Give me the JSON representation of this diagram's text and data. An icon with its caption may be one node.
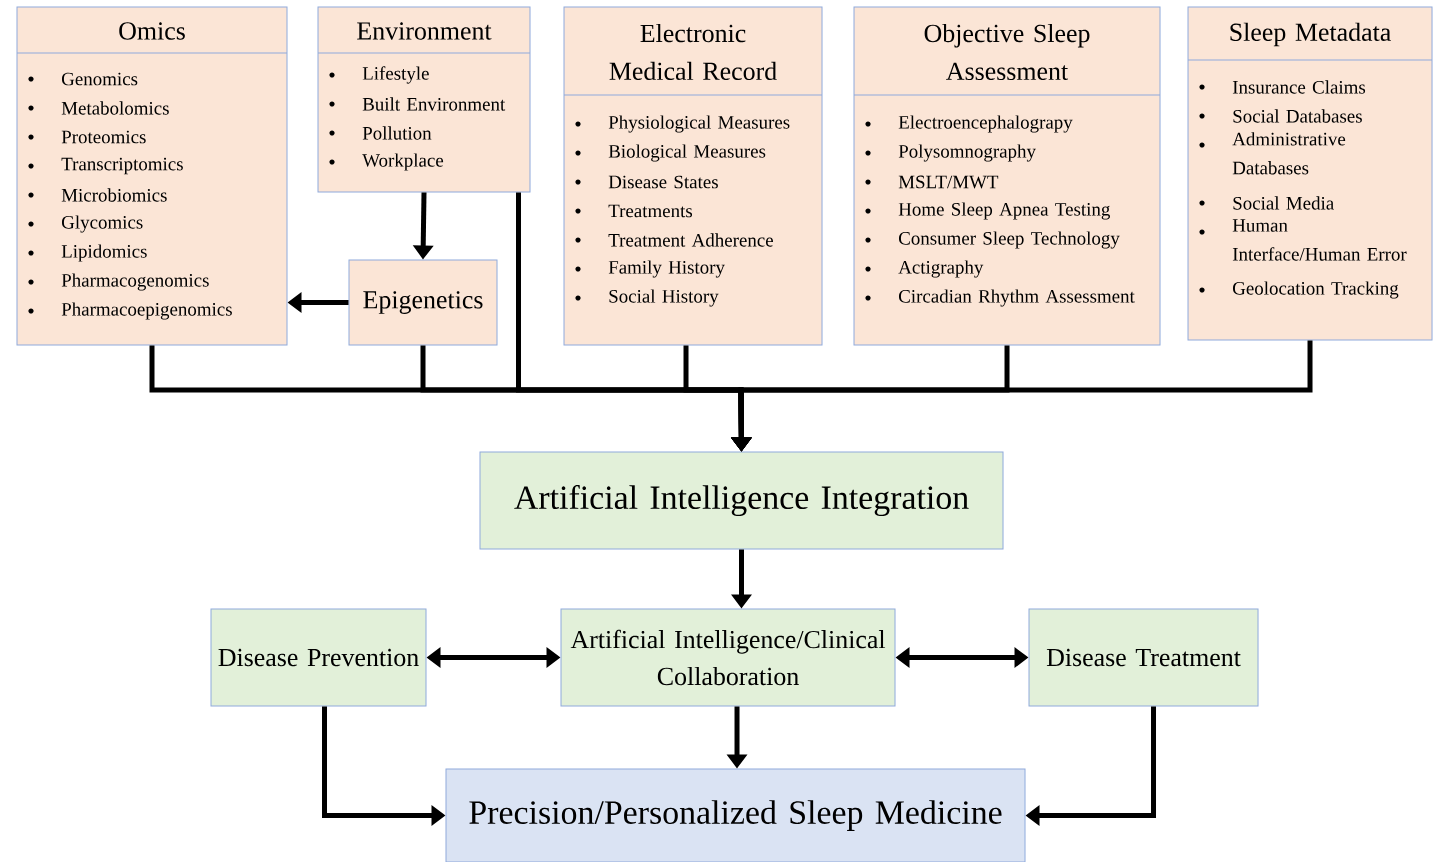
{
  "diagram": {
    "nodes": [
      {
        "text": [
          "Omics",
          "Genomics",
          "Metabolomics",
          "Proteomics",
          "Transcriptomics",
          "Microbiomics",
          "Glycomics",
          "Lipidomics",
          "Pharmacogenomics",
          "Pharmacoepigenomics"
        ]
      },
      {
        "text": [
          "Environment",
          "Lifestyle",
          "Built Environment",
          "Pollution",
          "Workplace"
        ]
      },
      {
        "text": [
          "Electronic Medical Record",
          "Physiological Measures",
          "Biological Measures",
          "Disease States",
          "Treatments",
          "Treatment Adherence",
          "Family History",
          "Social History"
        ]
      },
      {
        "text": [
          "Objective Sleep Assessment",
          "Electroencephalograpy",
          "Polysomnography",
          "MSLT/MWT",
          "Home Sleep Apnea Testing",
          "Consumer Sleep Technology",
          "Actigraphy",
          "Circadian Rhythm Assessment"
        ]
      },
      {
        "text": [
          "Sleep Metadata",
          "Insurance Claims",
          "Social Databases",
          "Administrative Databases",
          "Social Media",
          "Human Interface/Human Error",
          "Geolocation Tracking"
        ]
      },
      {
        "text": [
          "Epigenetics"
        ]
      },
      {
        "text": [
          "Artificial Intelligence Integration"
        ]
      },
      {
        "text": [
          "Disease Prevention"
        ]
      },
      {
        "text": [
          "Artificial Intelligence/Clinical Collaboration"
        ]
      },
      {
        "text": [
          "Disease Treatment"
        ]
      },
      {
        "text": [
          "Precision/Personalized Sleep Medicine"
        ]
      }
    ],
    "edges": [
      {
        "from": 1,
        "to": 5,
        "arrow": "to"
      },
      {
        "from": 5,
        "to": 0,
        "arrow": "to"
      },
      {
        "from": 0,
        "to": 6,
        "arrow": "to"
      },
      {
        "from": 5,
        "to": 6,
        "arrow": "to"
      },
      {
        "from": 1,
        "to": 6,
        "arrow": "to"
      },
      {
        "from": 2,
        "to": 6,
        "arrow": "to"
      },
      {
        "from": 3,
        "to": 6,
        "arrow": "to"
      },
      {
        "from": 4,
        "to": 6,
        "arrow": "to"
      },
      {
        "from": 6,
        "to": 8,
        "arrow": "to"
      },
      {
        "from": 7,
        "to": 8,
        "arrow": "both"
      },
      {
        "from": 8,
        "to": 9,
        "arrow": "both"
      },
      {
        "from": 8,
        "to": 10,
        "arrow": "to"
      },
      {
        "from": 7,
        "to": 10,
        "arrow": "to"
      },
      {
        "from": 9,
        "to": 10,
        "arrow": "to"
      }
    ]
  }
}
